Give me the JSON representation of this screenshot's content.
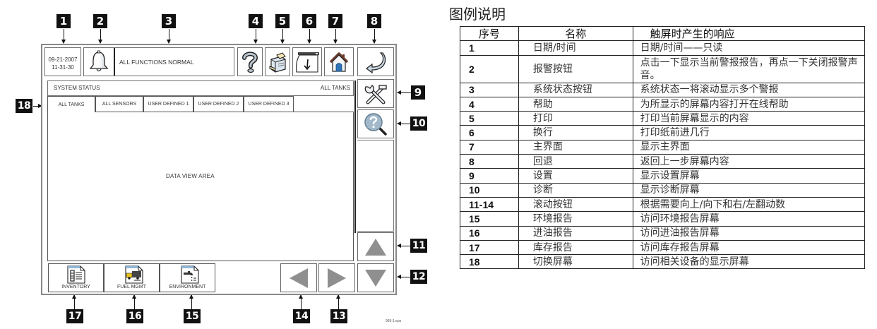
{
  "diagram": {
    "callouts": [
      "1",
      "2",
      "3",
      "4",
      "5",
      "6",
      "7",
      "8",
      "9",
      "10",
      "11",
      "12",
      "13",
      "14",
      "15",
      "16",
      "17",
      "18"
    ],
    "figure_ref": "969-1.eps"
  },
  "screen": {
    "datetime": {
      "date": "09-21-2007",
      "time": "11-31-30"
    },
    "status_message": "ALL FUNCTIONS NORMAL",
    "toolbar_icons": {
      "alarm": "bell-icon",
      "help": "help-question-icon",
      "print": "printer-icon",
      "paper_feed": "paper-feed-icon",
      "home": "home-icon",
      "back": "back-arrow-icon",
      "setup": "tools-icon",
      "diagnostics": "diagnostics-magnifier-icon"
    },
    "panel": {
      "title": "SYSTEM STATUS",
      "right_label": "ALL TANKS",
      "tabs": [
        "ALL TANKS",
        "ALL SENSORS",
        "USER DEFINED 1",
        "USER DEFINED 2",
        "USER DEFINED 3"
      ],
      "active_tab": "ALL TANKS",
      "data_area_label": "DATA VIEW AREA"
    },
    "reports": [
      {
        "label": "INVENTORY",
        "icon": "inventory-report-icon"
      },
      {
        "label": "FUEL MGMT",
        "icon": "fuel-delivery-report-icon"
      },
      {
        "label": "ENVIRONMENT",
        "icon": "environment-report-icon"
      }
    ],
    "scroll_buttons": [
      "scroll-up-icon",
      "scroll-down-icon",
      "scroll-left-icon",
      "scroll-right-icon"
    ]
  },
  "legend": {
    "title": "图例说明",
    "headers": [
      "序号",
      "名称",
      "触屏时产生的响应"
    ],
    "rows": [
      {
        "num": "1",
        "name": "日期/时间",
        "desc": "日期/时间——只读"
      },
      {
        "num": "2",
        "name": "报警按钮",
        "desc": "点击一下显示当前警报报告，再点一下关闭报警声音。"
      },
      {
        "num": "3",
        "name": "系统状态按钮",
        "desc": "系统状态一将滚动显示多个警报"
      },
      {
        "num": "4",
        "name": "帮助",
        "desc": "为所显示的屏幕内容打开在线帮助"
      },
      {
        "num": "5",
        "name": "打印",
        "desc": "打印当前屏幕显示的内容"
      },
      {
        "num": "6",
        "name": "换行",
        "desc": "打印纸前进几行"
      },
      {
        "num": "7",
        "name": "主界面",
        "desc": "显示主界面"
      },
      {
        "num": "8",
        "name": "回退",
        "desc": "返回上一步屏幕内容"
      },
      {
        "num": "9",
        "name": "设置",
        "desc": "显示设置屏幕"
      },
      {
        "num": "10",
        "name": "诊断",
        "desc": "显示诊断屏幕"
      },
      {
        "num": "11-14",
        "name": "滚动按钮",
        "desc": "根据需要向上/向下和右/左翻动数"
      },
      {
        "num": "15",
        "name": "环境报告",
        "desc": "访问环境报告屏幕"
      },
      {
        "num": "16",
        "name": "进油报告",
        "desc": "访问进油报告屏幕"
      },
      {
        "num": "17",
        "name": "库存报告",
        "desc": "访问库存报告屏幕"
      },
      {
        "num": "18",
        "name": "切换屏幕",
        "desc": "访问相关设备的显示屏幕"
      }
    ]
  }
}
